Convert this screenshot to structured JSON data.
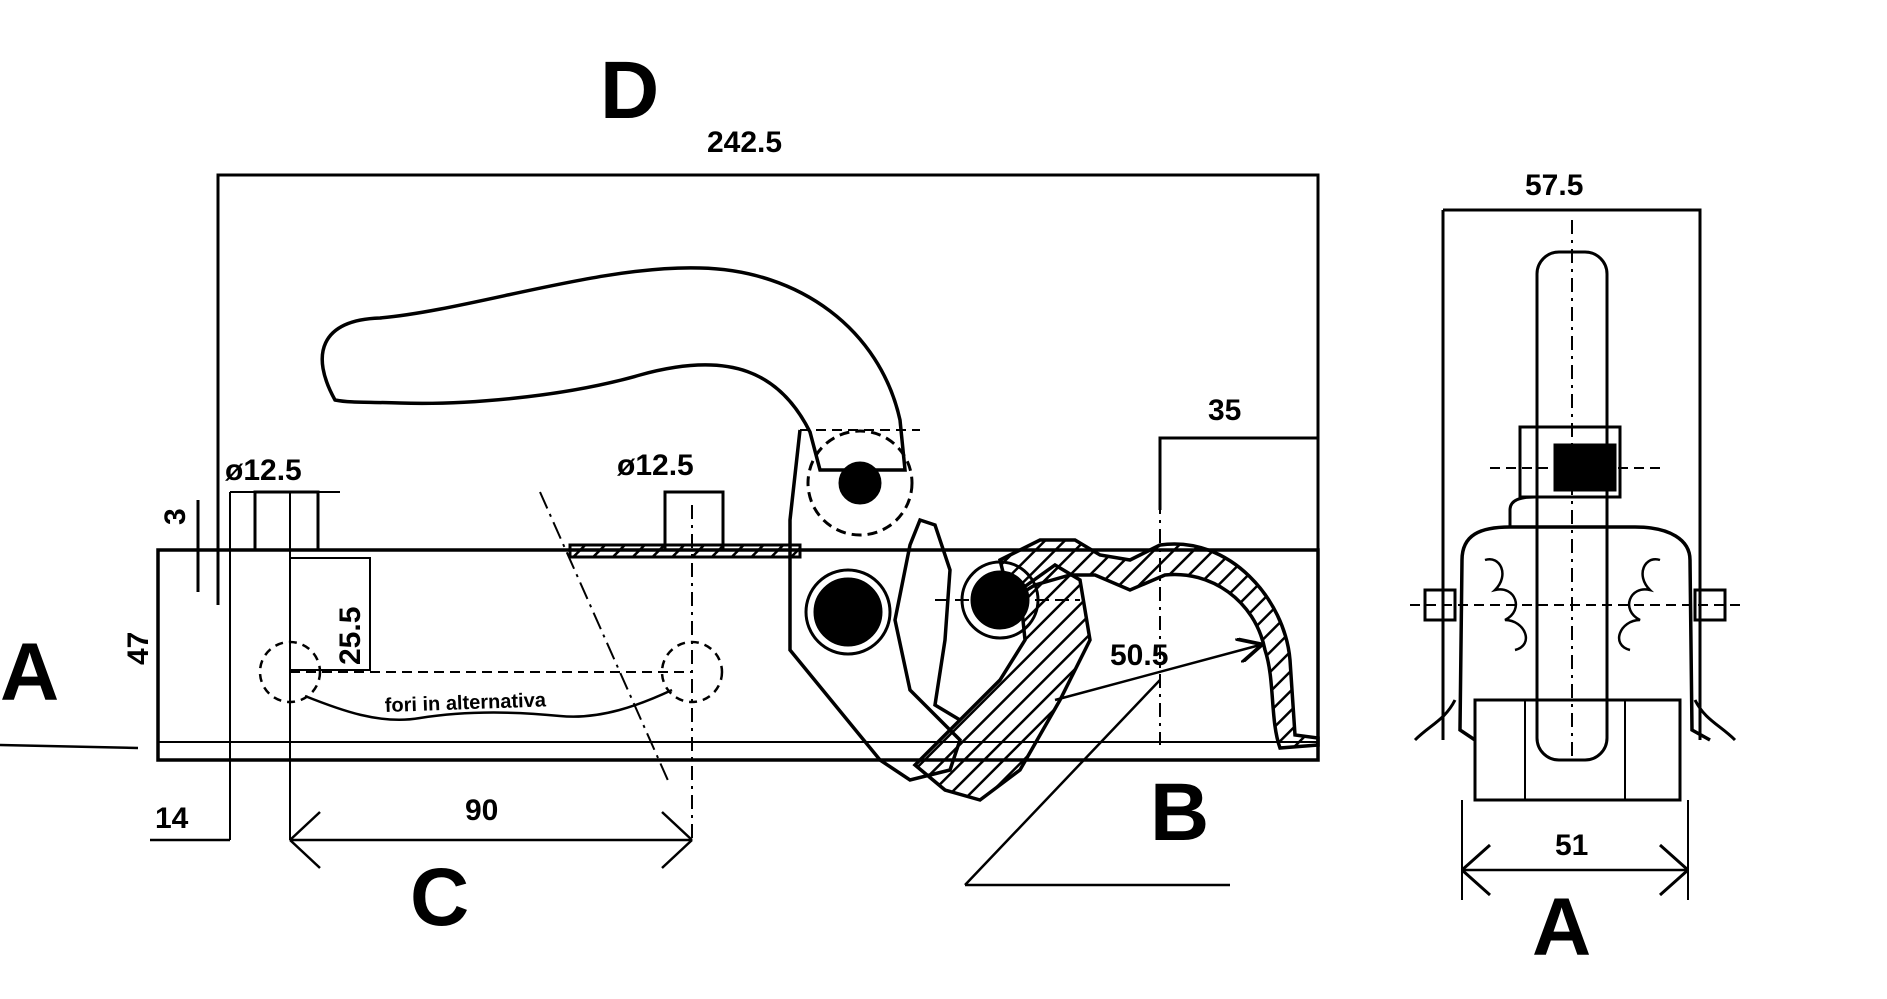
{
  "labels": {
    "view_letter_a_left": "A",
    "view_letter_a_side": "A",
    "view_letter_b": "B",
    "view_letter_c": "C",
    "view_letter_d": "D"
  },
  "dimensions": {
    "overall_length": "242.5",
    "tip_offset": "35",
    "hole_dia_left": "ø12.5",
    "hole_dia_right": "ø12.5",
    "thickness": "3",
    "height": "47",
    "hole_height": "25.5",
    "left_offset": "14",
    "hole_spacing": "90",
    "hook_radius": "50.5",
    "side_width_top": "57.5",
    "side_width_bottom": "51"
  },
  "notes": {
    "slot_note": "fori in alternativa"
  }
}
